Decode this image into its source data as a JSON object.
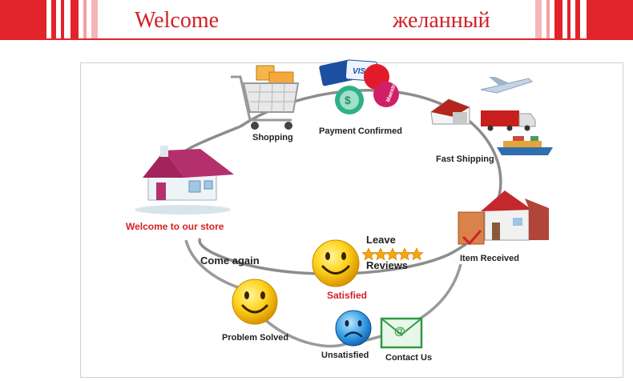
{
  "banner": {
    "welcome_en": "Welcome",
    "welcome_ru": "желанный",
    "accent_color": "#e2232b"
  },
  "steps": {
    "shopping": "Shopping",
    "payment": "Payment Confirmed",
    "fast_shipping": "Fast Shipping",
    "item_received": "Item Received",
    "welcome_store": "Welcome to our store",
    "come_again": "Come again",
    "leave": "Leave",
    "reviews": "Reviews",
    "satisfied": "Satisfied",
    "problem_solved": "Problem Solved",
    "unsatisfied": "Unsatisfied",
    "contact_us": "Contact Us"
  },
  "cards": {
    "visa": "VISA",
    "maestro": "Maestro",
    "mastercard": "MasterCard"
  },
  "icons": [
    "cart-icon",
    "payment-cards-icon",
    "warehouse-icon",
    "airplane-icon",
    "truck-icon",
    "ship-icon",
    "house-icon",
    "delivered-house-icon",
    "smiley-icon",
    "sad-face-icon",
    "email-icon",
    "stars-icon"
  ],
  "review_stars": 5
}
